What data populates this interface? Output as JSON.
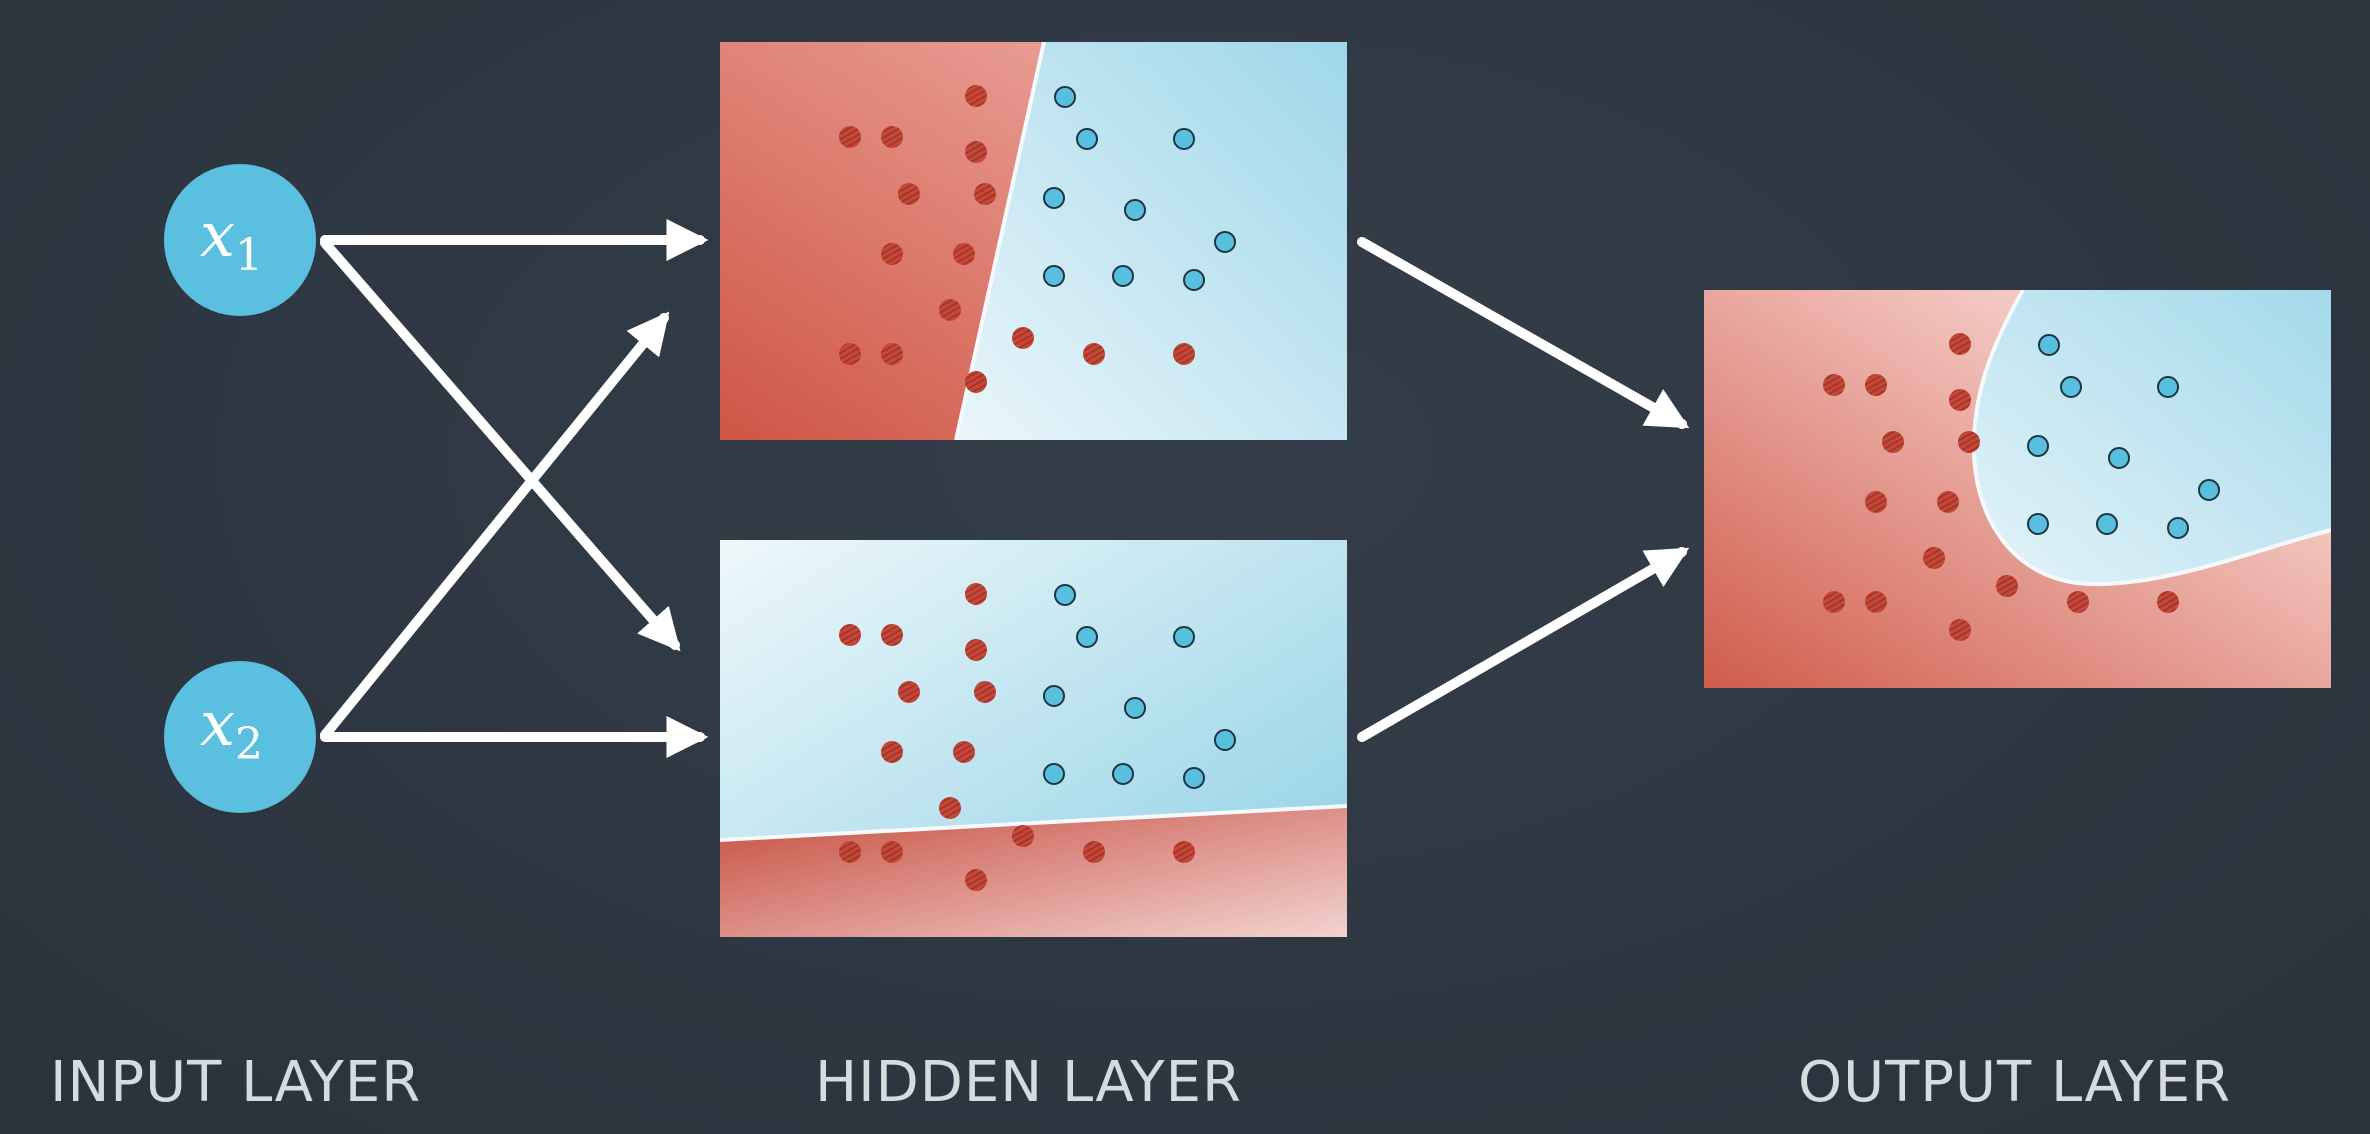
{
  "input_layer": {
    "label": "INPUT LAYER",
    "nodes": [
      {
        "var": "x",
        "sub": "1"
      },
      {
        "var": "x",
        "sub": "2"
      }
    ]
  },
  "hidden_layer": {
    "label": "HIDDEN LAYER"
  },
  "output_layer": {
    "label": "OUTPUT LAYER"
  },
  "colors": {
    "background": "#2f3843",
    "node": "#5bbfdf",
    "red_class": "#c0473a",
    "blue_class": "#58bfdf",
    "red_region": "#d8685a",
    "blue_region": "#a7dbec",
    "arrow": "#ffffff",
    "label_text": "#d6dbe0"
  }
}
